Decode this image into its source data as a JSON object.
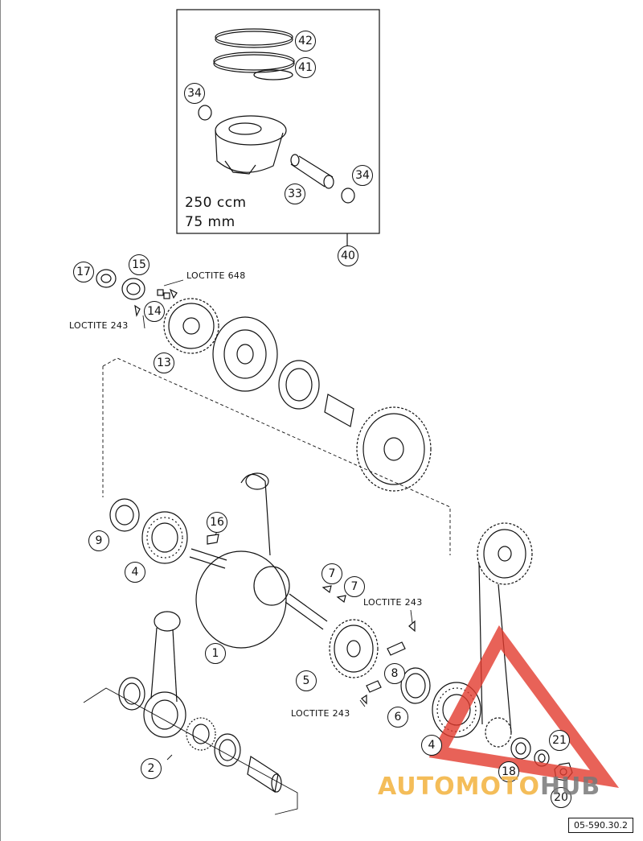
{
  "piston_box": {
    "displacement": "250 ccm",
    "bore": "75 mm"
  },
  "loctite": {
    "label_648": "LOCTITE 648",
    "label_243_top": "LOCTITE 243",
    "label_243_right": "LOCTITE 243",
    "label_243_lower": "LOCTITE 243"
  },
  "callouts": [
    "42",
    "41",
    "34",
    "34",
    "33",
    "40",
    "17",
    "15",
    "14",
    "13",
    "9",
    "4",
    "16",
    "1",
    "7",
    "7",
    "8",
    "5",
    "6",
    "4",
    "21",
    "18",
    "20",
    "2"
  ],
  "reference_code": "05-590.30.2",
  "watermark": {
    "part_a": "AUTOMOTO",
    "part_b": "HUB"
  },
  "colors": {
    "line": "#111111",
    "watermark_red": "#e23b2e",
    "watermark_orange": "#f2b23c",
    "watermark_gray": "#787878"
  }
}
